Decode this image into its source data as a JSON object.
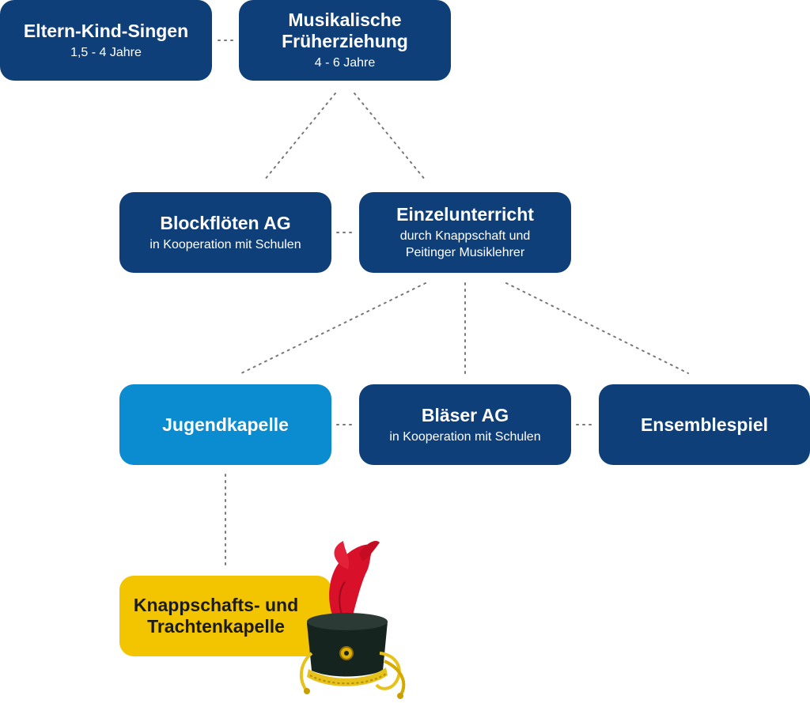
{
  "boxes": {
    "eltern_kind": {
      "title": "Eltern-Kind-Singen",
      "subtitle": "1,5 - 4 Jahre"
    },
    "frueherziehung": {
      "title": "Musikalische\nFrüherziehung",
      "subtitle": "4 - 6 Jahre"
    },
    "blockfloeten": {
      "title": "Blockflöten AG",
      "subtitle": "in Kooperation mit Schulen"
    },
    "einzelunterricht": {
      "title": "Einzelunterricht",
      "subtitle_line1": "durch Knappschaft und",
      "subtitle_line2": "Peitinger Musiklehrer"
    },
    "jugendkapelle": {
      "title": "Jugendkapelle"
    },
    "blaeser": {
      "title": "Bläser AG",
      "subtitle": "in Kooperation mit Schulen"
    },
    "ensemble": {
      "title": "Ensemblespiel"
    },
    "trachtenkapelle": {
      "title": "Knappschafts- und\nTrachtenkapelle"
    }
  },
  "colors": {
    "dark_blue": "#0f3f78",
    "light_blue": "#0b8bd0",
    "yellow": "#f3c400",
    "connector": "#777777"
  },
  "icons": {
    "hat": "band-hat-with-red-plume-icon"
  }
}
